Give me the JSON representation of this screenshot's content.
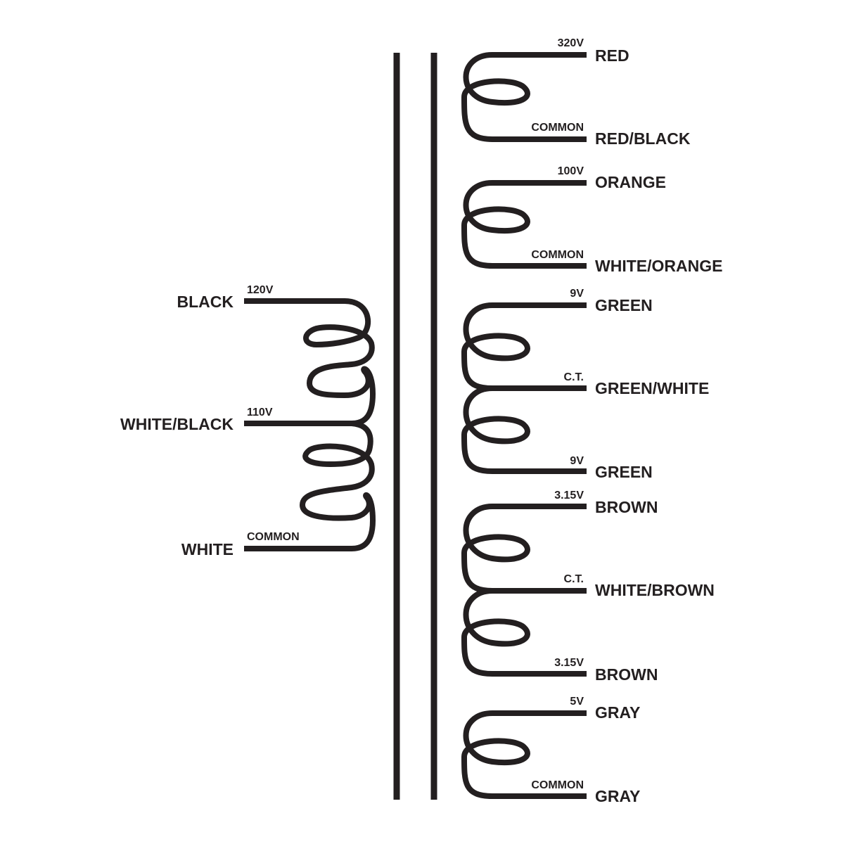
{
  "colors": {
    "ink": "#231f20",
    "background": "#ffffff"
  },
  "primary": {
    "taps": [
      {
        "wire": "BLACK",
        "rating": "120V"
      },
      {
        "wire": "WHITE/BLACK",
        "rating": "110V"
      },
      {
        "wire": "WHITE",
        "rating": "COMMON"
      }
    ]
  },
  "secondary": {
    "windings": [
      {
        "taps": [
          {
            "rating": "320V",
            "wire": "RED"
          },
          {
            "rating": "COMMON",
            "wire": "RED/BLACK"
          }
        ]
      },
      {
        "taps": [
          {
            "rating": "100V",
            "wire": "ORANGE"
          },
          {
            "rating": "COMMON",
            "wire": "WHITE/ORANGE"
          }
        ]
      },
      {
        "taps": [
          {
            "rating": "9V",
            "wire": "GREEN"
          },
          {
            "rating": "C.T.",
            "wire": "GREEN/WHITE"
          },
          {
            "rating": "9V",
            "wire": "GREEN"
          }
        ]
      },
      {
        "taps": [
          {
            "rating": "3.15V",
            "wire": "BROWN"
          },
          {
            "rating": "C.T.",
            "wire": "WHITE/BROWN"
          },
          {
            "rating": "3.15V",
            "wire": "BROWN"
          }
        ]
      },
      {
        "taps": [
          {
            "rating": "5V",
            "wire": "GRAY"
          },
          {
            "rating": "COMMON",
            "wire": "GRAY"
          }
        ]
      }
    ]
  }
}
